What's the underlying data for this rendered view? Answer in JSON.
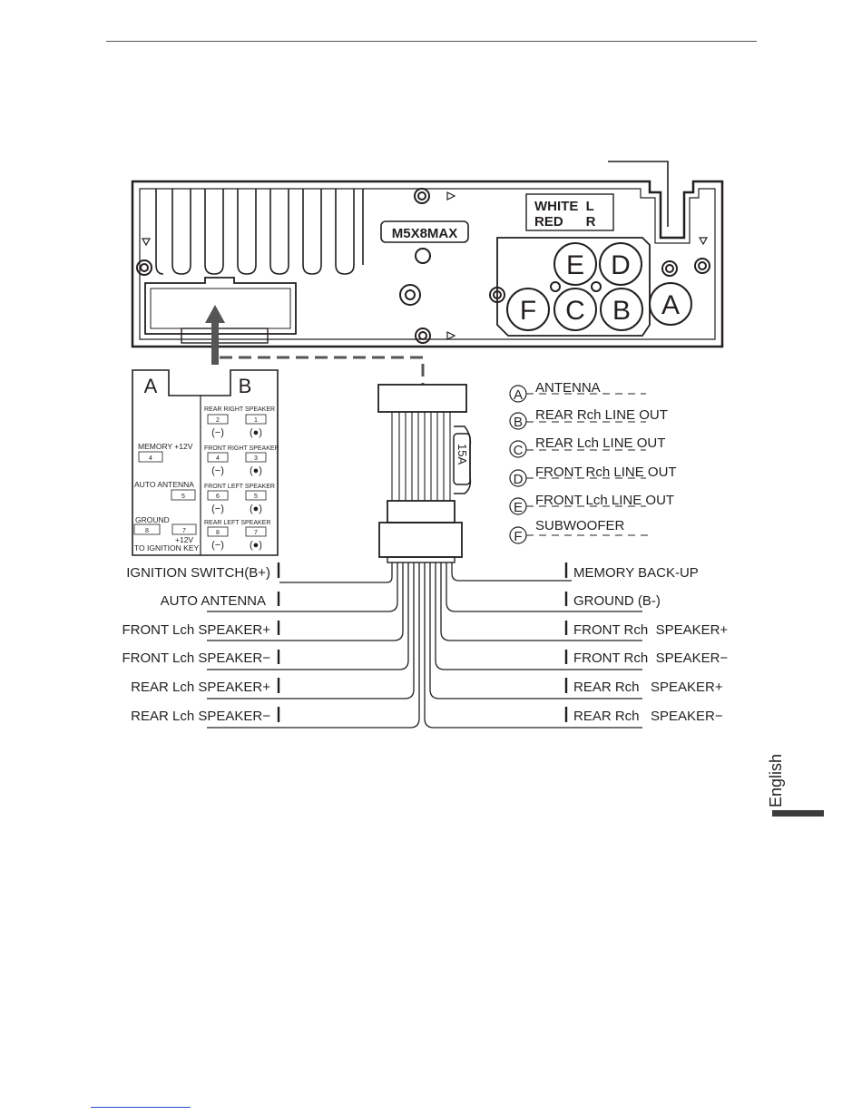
{
  "unit": {
    "model_badge": "M5X8MAX",
    "rca_label": {
      "row1": "WHITE  L",
      "row2": "RED      R"
    },
    "sockets": [
      "E",
      "D",
      "F",
      "C",
      "B",
      "A"
    ]
  },
  "iso_connector": {
    "block_a": {
      "title": "A",
      "pins": [
        {
          "label": "MEMORY +12V",
          "pin": "4"
        },
        {
          "label": "AUTO ANTENNA",
          "pin": "5"
        },
        {
          "label": "GROUND",
          "pin": "8"
        },
        {
          "label": "+12V",
          "pin": "7"
        },
        {
          "label": "TO IGNITION KEY"
        }
      ]
    },
    "block_b": {
      "title": "B",
      "groups": [
        {
          "label": "REAR RIGHT SPEAKER",
          "pins": [
            "2",
            "1"
          ]
        },
        {
          "label": "FRONT RIGHT SPEAKER",
          "pins": [
            "4",
            "3"
          ]
        },
        {
          "label": "FRONT LEFT SPEAKER",
          "pins": [
            "6",
            "5"
          ]
        },
        {
          "label": "REAR LEFT SPEAKER",
          "pins": [
            "8",
            "7"
          ]
        }
      ],
      "polarity": [
        "(−)",
        "(●)"
      ]
    }
  },
  "fuse": "15A",
  "outputs": [
    {
      "key": "A",
      "label": "ANTENNA"
    },
    {
      "key": "B",
      "label": "REAR Rch LINE OUT"
    },
    {
      "key": "C",
      "label": "REAR Lch LINE OUT"
    },
    {
      "key": "D",
      "label": "FRONT Rch LINE OUT"
    },
    {
      "key": "E",
      "label": "FRONT Lch LINE OUT"
    },
    {
      "key": "F",
      "label": "SUBWOOFER"
    }
  ],
  "wires_left": [
    "IGNITION SWITCH(B+)",
    "AUTO ANTENNA",
    "FRONT Lch SPEAKER+",
    "FRONT Lch SPEAKER−",
    "REAR Lch SPEAKER+",
    "REAR Lch SPEAKER−"
  ],
  "wires_right": [
    "MEMORY BACK-UP",
    "GROUND (B-)",
    "FRONT Rch  SPEAKER+",
    "FRONT Rch  SPEAKER−",
    "REAR Rch   SPEAKER+",
    "REAR Rch   SPEAKER−"
  ],
  "side_tab": "English",
  "colors": {
    "ink": "#231f20",
    "dashed_link": "#555555",
    "tab": "#3c3c3c"
  }
}
